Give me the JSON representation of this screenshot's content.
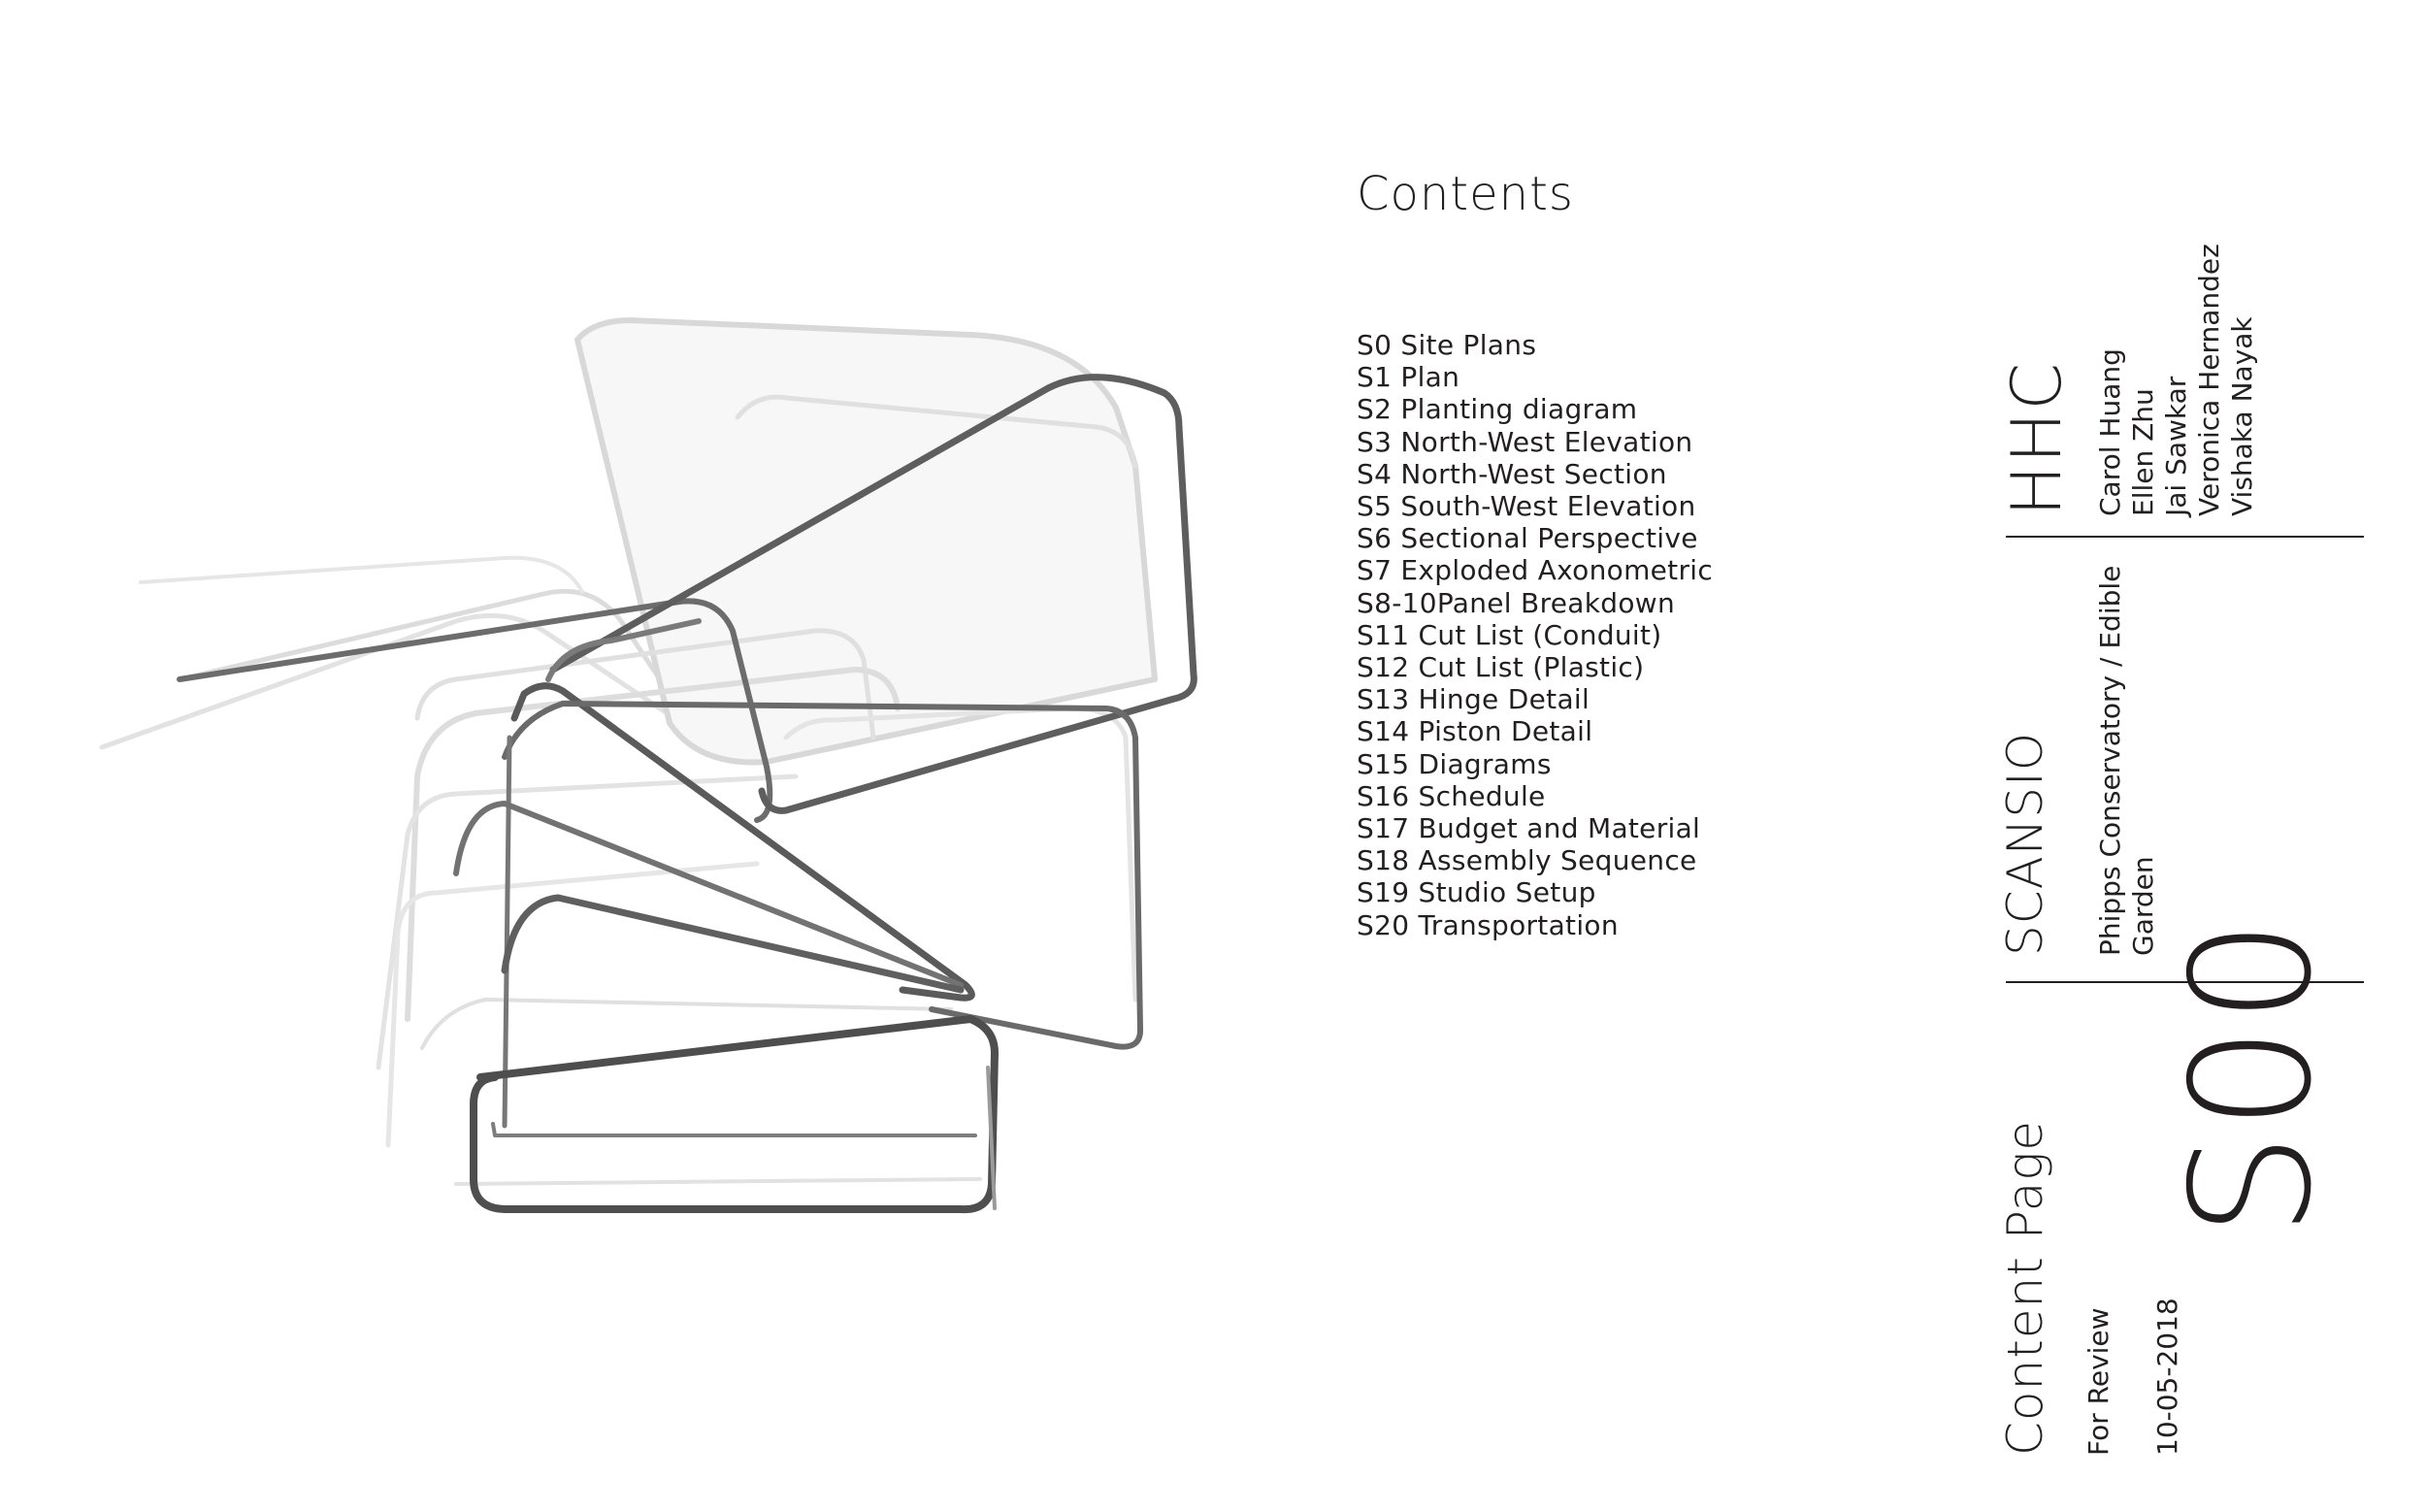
{
  "contents": {
    "title": "Contents",
    "items": [
      "S0 Site Plans",
      "S1 Plan",
      "S2 Planting diagram",
      "S3 North-West Elevation",
      "S4 North-West Section",
      "S5 South-West Elevation",
      "S6 Sectional Perspective",
      "S7 Exploded Axonometric",
      "S8-10Panel Breakdown",
      "S11 Cut List (Conduit)",
      "S12 Cut List (Plastic)",
      "S13 Hinge Detail",
      "S14 Piston Detail",
      "S15 Diagrams",
      "S16 Schedule",
      "S17 Budget and Material",
      "S18 Assembly Sequence",
      "S19 Studio Setup",
      "S20 Transportation"
    ]
  },
  "title_block": {
    "team": "HHC",
    "members": [
      "Carol Huang",
      "Ellen Zhu",
      "Jai Sawkar",
      "Veronica Hernandez",
      "Vishaka Nayak"
    ],
    "project": "SCANSIO",
    "location_line1": "Phipps Conservatory / Edible",
    "location_line2": "Garden",
    "sheet_title": "Content Page",
    "status": "For Review",
    "date": "10-05-2018",
    "sheet_number": "S00"
  }
}
